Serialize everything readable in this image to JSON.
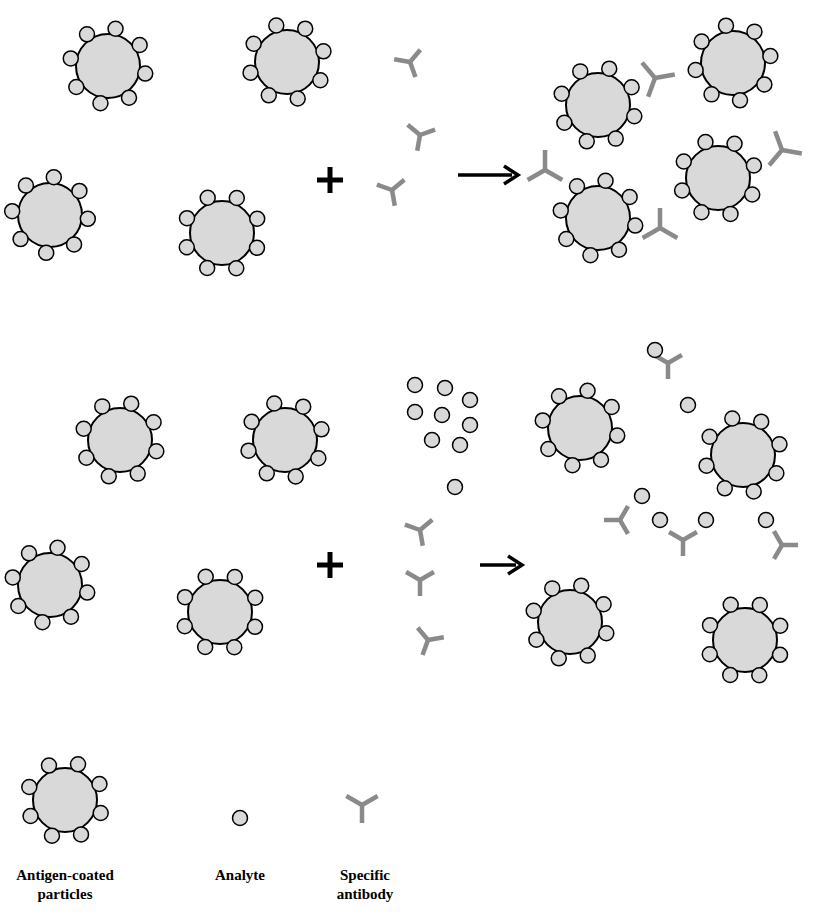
{
  "diagram": {
    "legend": [
      {
        "text": "Antigen-coated particles"
      },
      {
        "text": "Analyte"
      },
      {
        "text": "Specific antibody"
      }
    ]
  }
}
